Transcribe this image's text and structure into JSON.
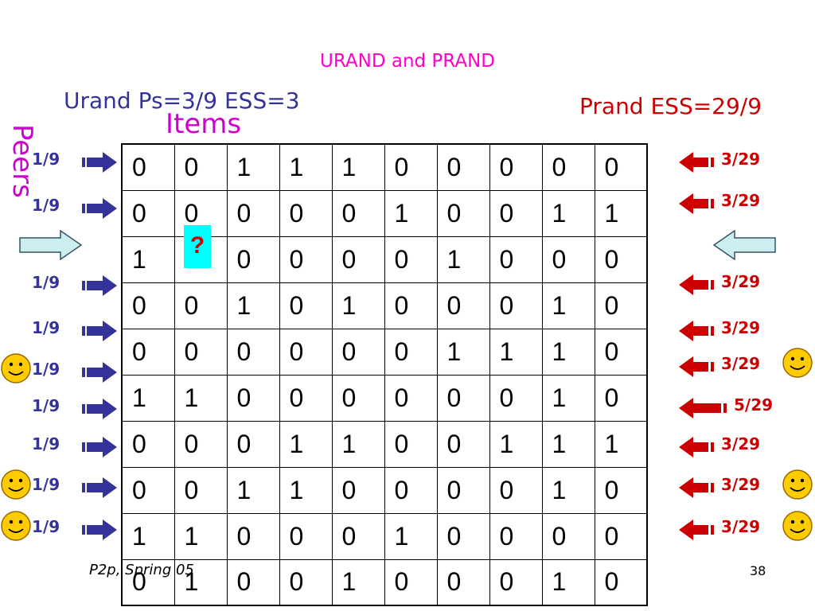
{
  "slide": {
    "title": "URAND and PRAND",
    "urand_title": "Urand Ps=3/9 ESS=3",
    "prand_title": "Prand ESS=29/9",
    "items_label": "Items",
    "peers_label": "Peers",
    "question_mark": "?",
    "footer_left": "P2p, Spring 05",
    "slide_number": "38"
  },
  "grid": {
    "rows": [
      [
        "0",
        "0",
        "1",
        "1",
        "1",
        "0",
        "0",
        "0",
        "0",
        "0"
      ],
      [
        "0",
        "0",
        "0",
        "0",
        "0",
        "1",
        "0",
        "0",
        "1",
        "1"
      ],
      [
        "1",
        "",
        "0",
        "0",
        "0",
        "0",
        "1",
        "0",
        "0",
        "0"
      ],
      [
        "0",
        "0",
        "1",
        "0",
        "1",
        "0",
        "0",
        "0",
        "1",
        "0"
      ],
      [
        "0",
        "0",
        "0",
        "0",
        "0",
        "0",
        "1",
        "1",
        "1",
        "0"
      ],
      [
        "1",
        "1",
        "0",
        "0",
        "0",
        "0",
        "0",
        "0",
        "1",
        "0"
      ],
      [
        "0",
        "0",
        "0",
        "1",
        "1",
        "0",
        "0",
        "1",
        "1",
        "1"
      ],
      [
        "0",
        "0",
        "1",
        "1",
        "0",
        "0",
        "0",
        "0",
        "1",
        "0"
      ],
      [
        "1",
        "1",
        "0",
        "0",
        "0",
        "1",
        "0",
        "0",
        "0",
        "0"
      ],
      [
        "0",
        "1",
        "0",
        "0",
        "1",
        "0",
        "0",
        "0",
        "1",
        "0"
      ]
    ]
  },
  "left_probs": [
    "1/9",
    "1/9",
    "1/9",
    "1/9",
    "1/9",
    "1/9",
    "1/9",
    "1/9",
    "1/9"
  ],
  "right_probs": [
    "3/29",
    "3/29",
    "3/29",
    "3/29",
    "3/29",
    "5/29",
    "3/29",
    "3/29",
    "3/29"
  ],
  "colors": {
    "title": "#ff00cc",
    "urand": "#333399",
    "prand": "#cc0000",
    "question_box": "#00ffff",
    "left_arrow": "#333399",
    "right_arrow": "#cc0000",
    "pointer_arrow": "#cceeee",
    "smiley": "#ffcc00"
  },
  "icons": {
    "left_marker": "right-arrow-icon",
    "right_marker": "left-arrow-icon",
    "peer_marker": "smiley-icon"
  }
}
